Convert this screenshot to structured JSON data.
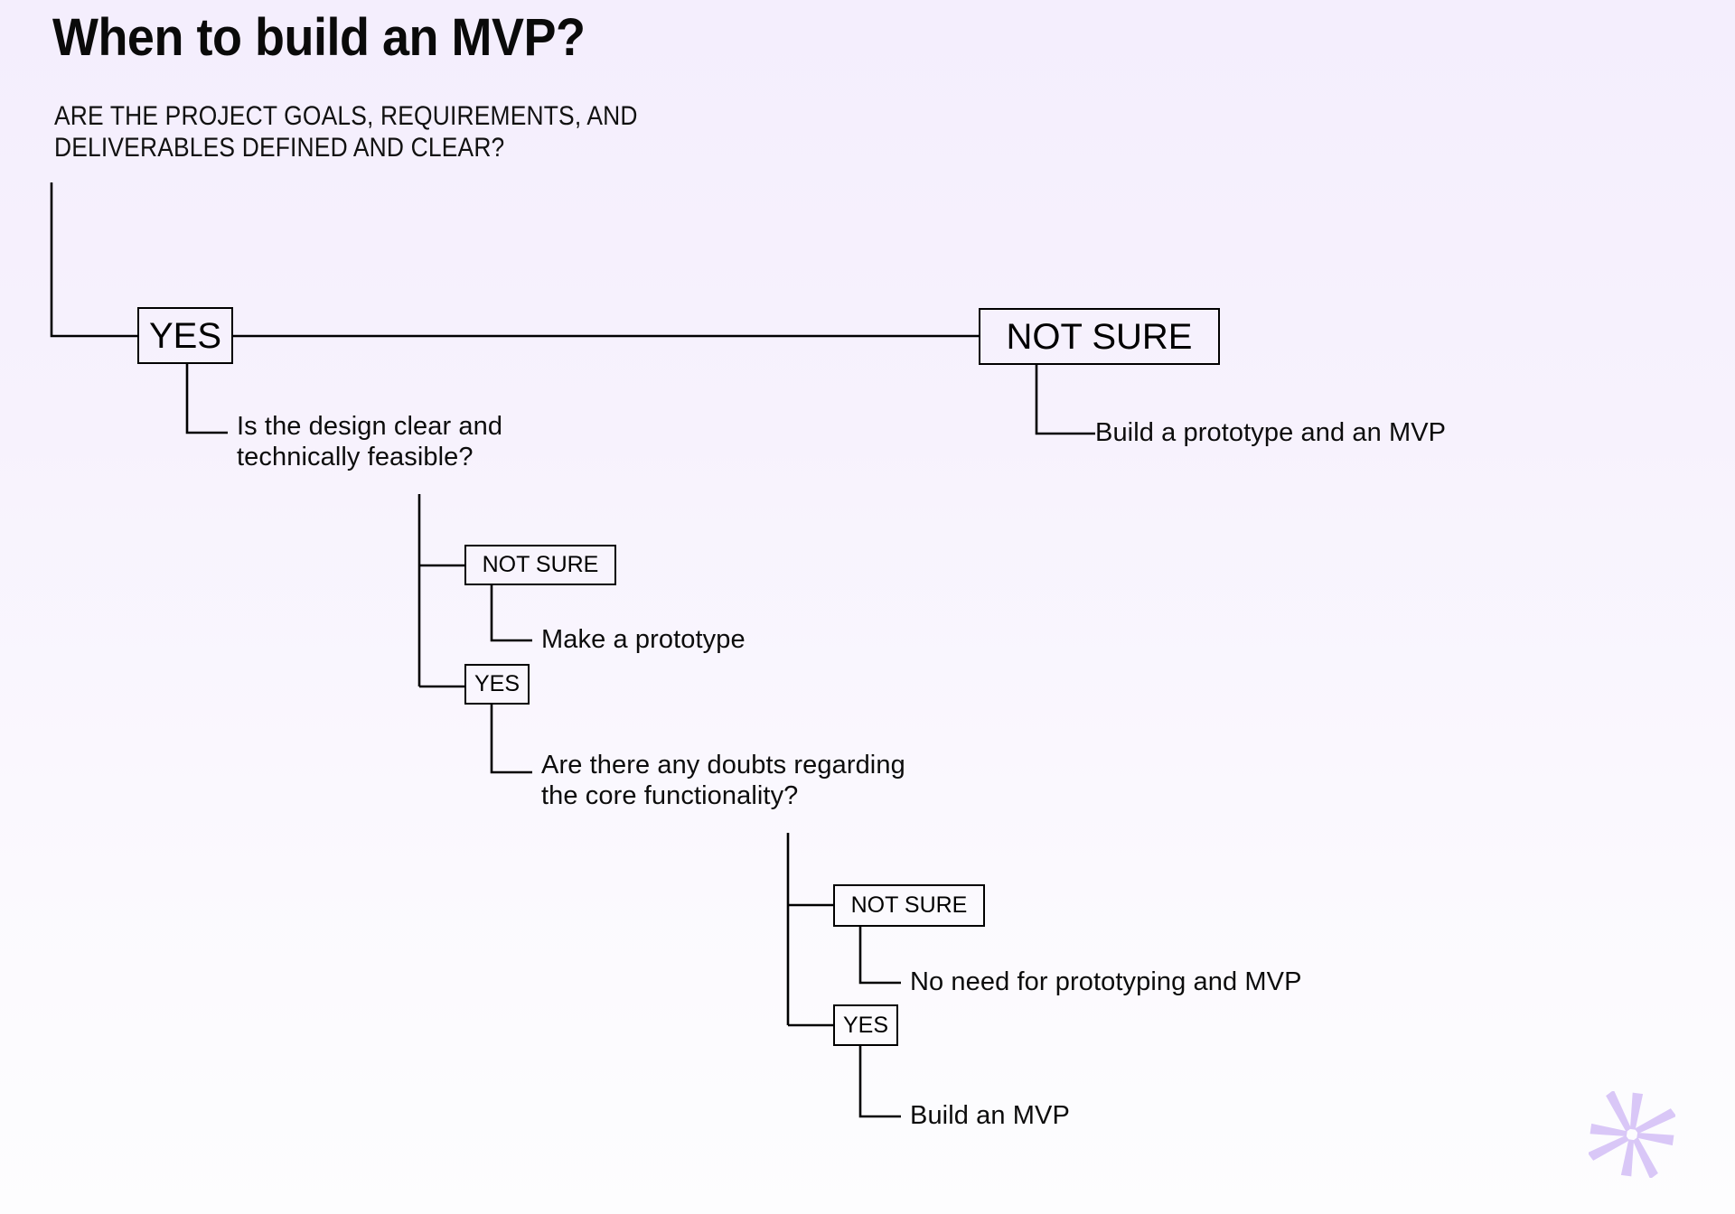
{
  "meta": {
    "background_top": "#f4eefd",
    "background_bottom": "#fdfdfe",
    "line_color": "#000000",
    "text_color": "#0a0a0a",
    "accent_color": "#d9c7f7"
  },
  "header": {
    "title": "When to build an MVP?",
    "subtitle": "ARE THE PROJECT GOALS, REQUIREMENTS, AND\nDELIVERABLES DEFINED AND CLEAR?"
  },
  "decoration": {
    "asterisk_name": "asterisk-star-icon",
    "asterisk_color": "#d9c7f7",
    "points": 8
  },
  "tree": {
    "root_question": "ARE THE PROJECT GOALS, REQUIREMENTS, AND DELIVERABLES DEFINED AND CLEAR?",
    "nodes": [
      {
        "id": "yes-1",
        "label": "YES",
        "level": 1,
        "kind": "answer-box"
      },
      {
        "id": "not-sure-1",
        "label": "NOT SURE",
        "level": 1,
        "kind": "answer-box"
      },
      {
        "id": "outcome-1",
        "label": "Build a prototype and an MVP",
        "level": 1,
        "kind": "outcome"
      },
      {
        "id": "question-2",
        "label": "Is the design clear and\ntechnically feasible?",
        "level": 2,
        "kind": "question"
      },
      {
        "id": "not-sure-2",
        "label": "NOT SURE",
        "level": 2,
        "kind": "answer-box"
      },
      {
        "id": "outcome-2",
        "label": "Make a prototype",
        "level": 2,
        "kind": "outcome"
      },
      {
        "id": "yes-2",
        "label": "YES",
        "level": 2,
        "kind": "answer-box"
      },
      {
        "id": "question-3",
        "label": "Are there any doubts regarding\nthe core functionality?",
        "level": 3,
        "kind": "question"
      },
      {
        "id": "not-sure-3",
        "label": "NOT SURE",
        "level": 3,
        "kind": "answer-box"
      },
      {
        "id": "outcome-3",
        "label": "No need for prototyping and MVP",
        "level": 3,
        "kind": "outcome"
      },
      {
        "id": "yes-3",
        "label": "YES",
        "level": 3,
        "kind": "answer-box"
      },
      {
        "id": "outcome-4",
        "label": "Build an MVP",
        "level": 3,
        "kind": "outcome"
      }
    ]
  }
}
